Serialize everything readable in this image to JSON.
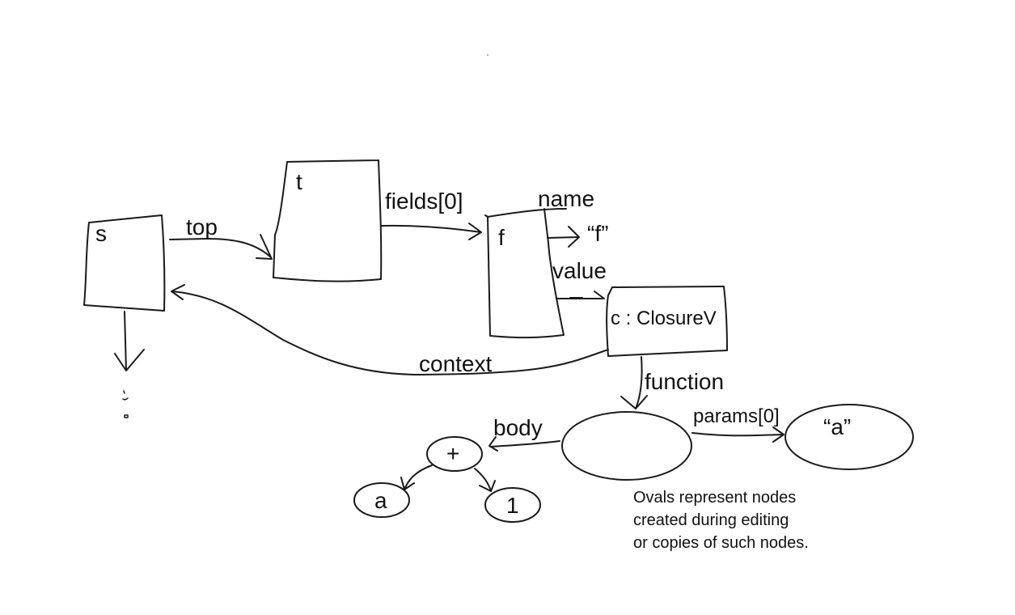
{
  "boxes": {
    "s": "s",
    "t": "t",
    "f": "f",
    "c": "c : ClosureV"
  },
  "edges": {
    "top": "top",
    "fields0": "fields[0]",
    "name": "name",
    "value": "value",
    "context": "context",
    "function": "function",
    "body": "body",
    "params0": "params[0]"
  },
  "values": {
    "f_string": "“f”",
    "a_string": "“a”"
  },
  "tree": {
    "plus": "+",
    "a": "a",
    "one": "1"
  },
  "note": {
    "line1": "Ovals represent nodes",
    "line2": "created during editing",
    "line3": "or copies of such nodes."
  },
  "colors": {
    "ink": "#1a1a1a",
    "background": "#ffffff"
  }
}
